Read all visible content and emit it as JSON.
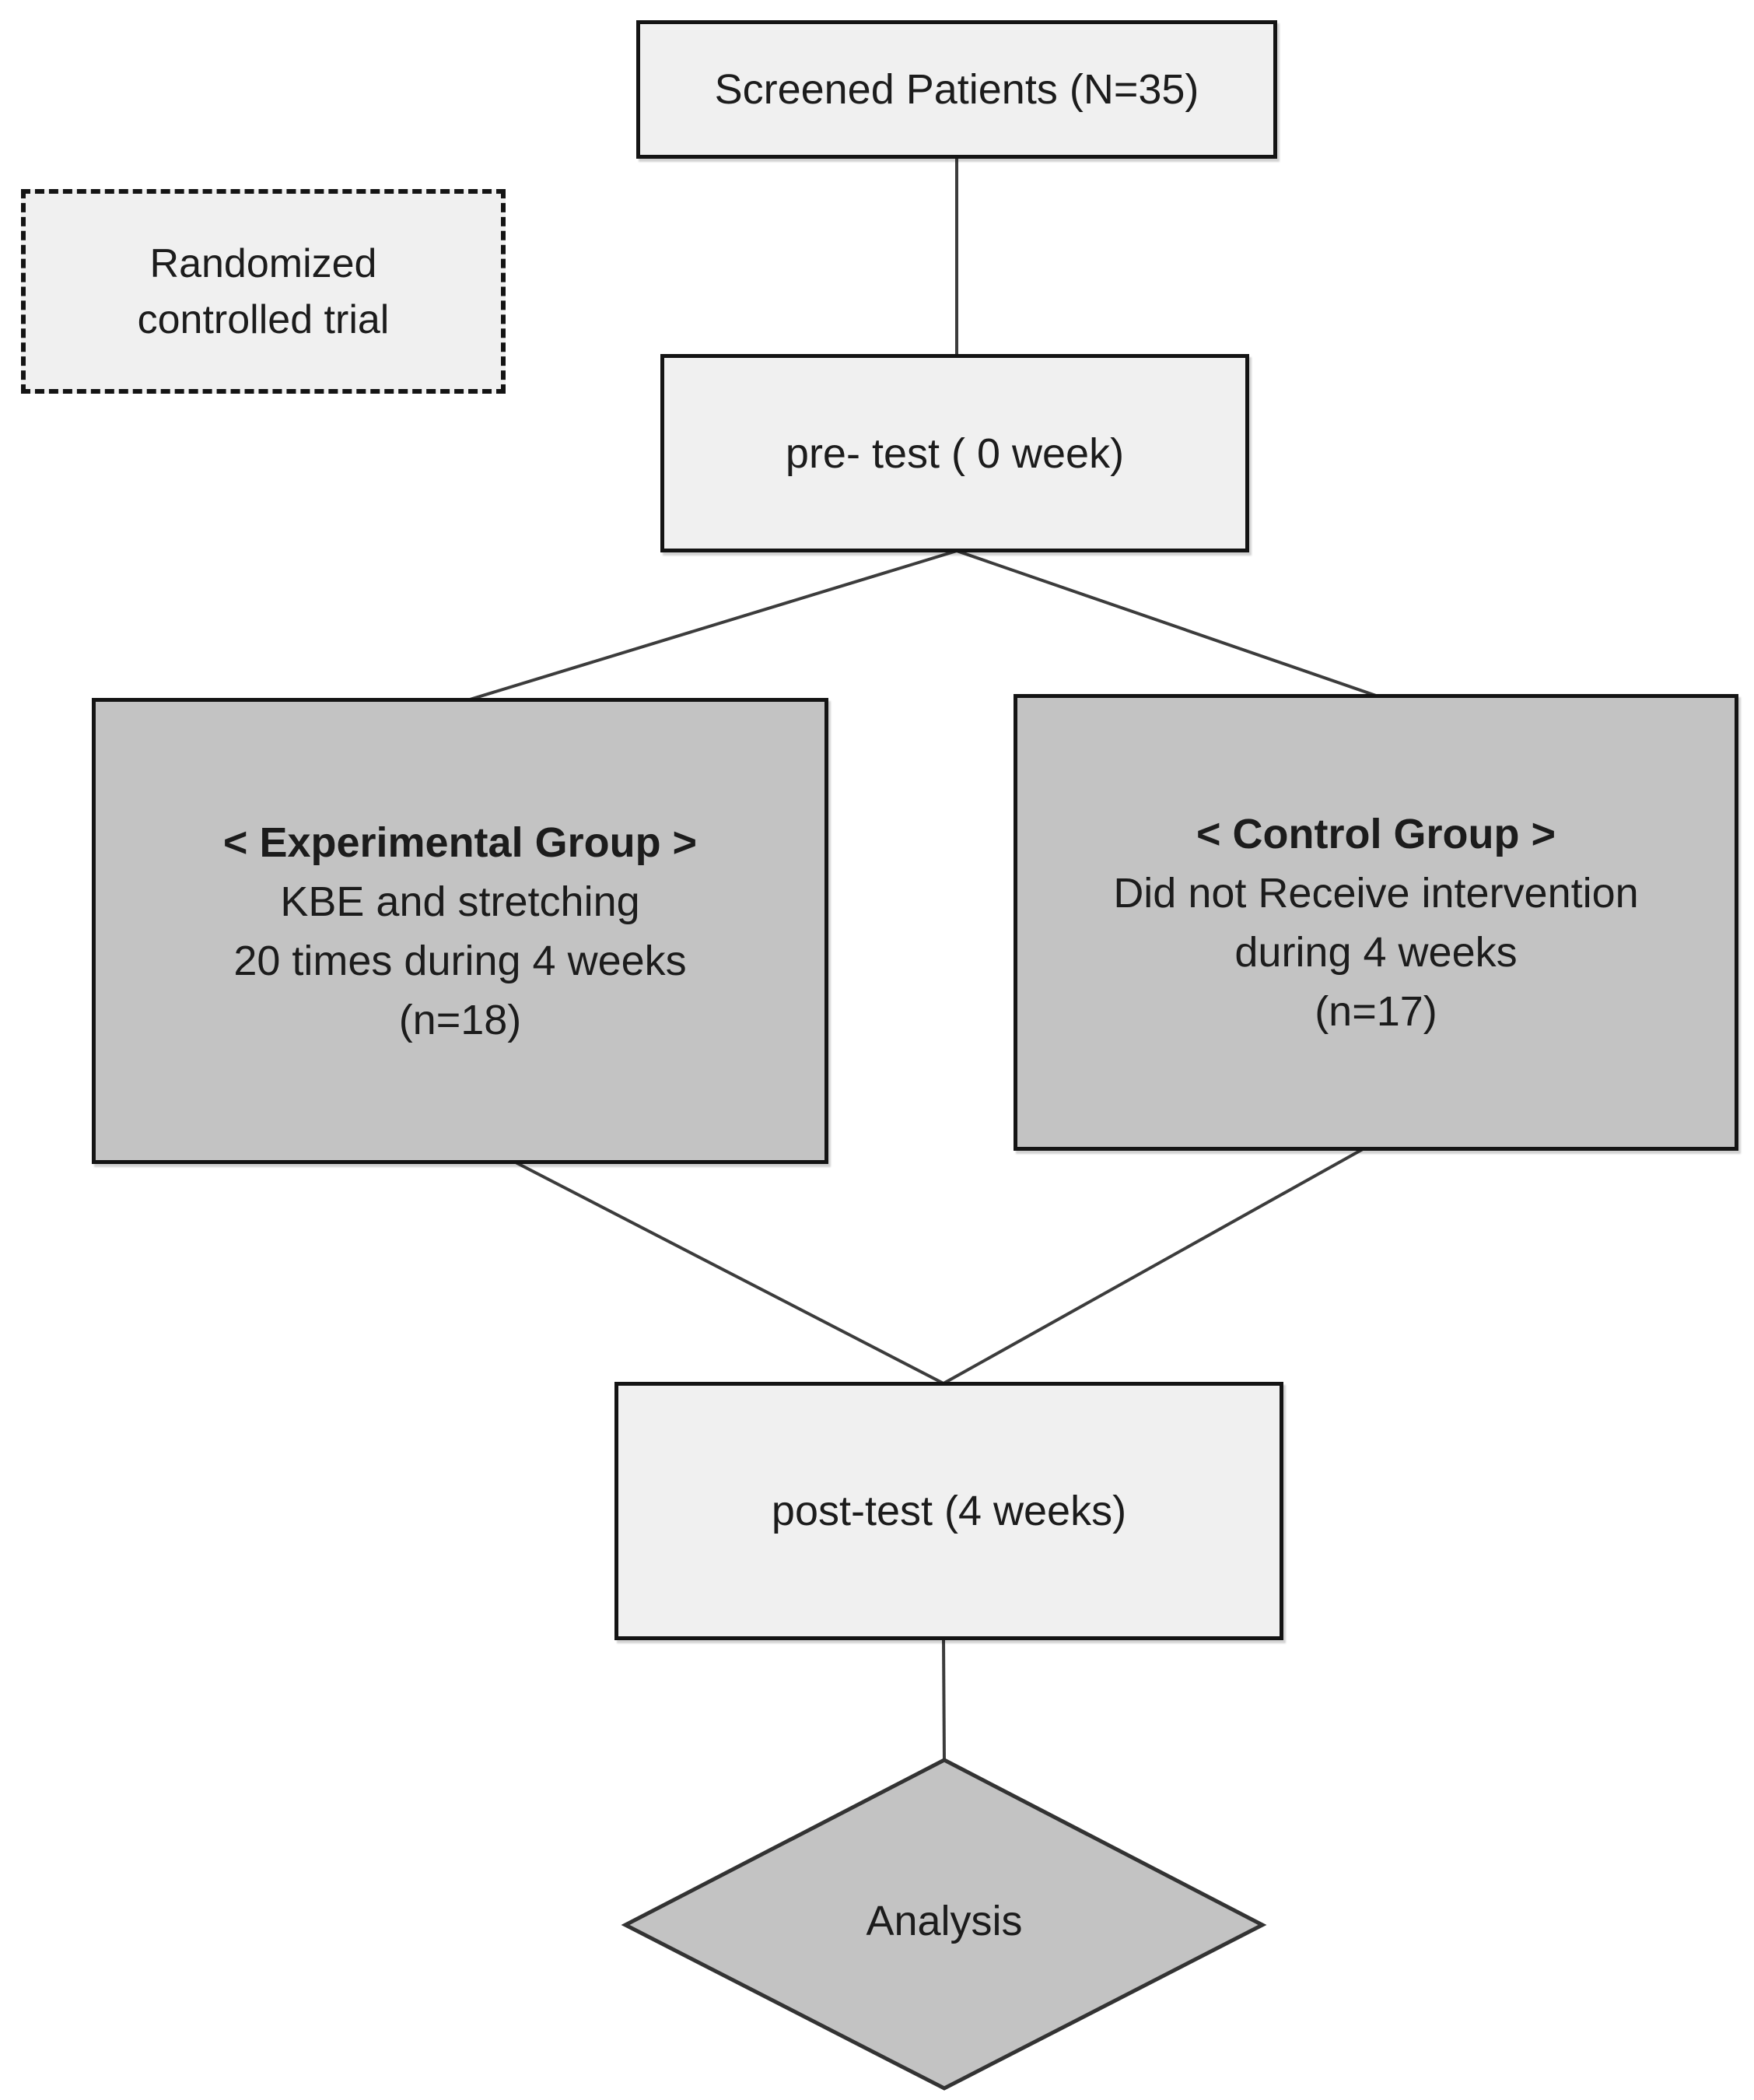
{
  "diagram": {
    "type": "flowchart",
    "note": {
      "line1": "Randomized",
      "line2": "controlled trial"
    },
    "nodes": {
      "screened": {
        "label": "Screened Patients (N=35)"
      },
      "pretest": {
        "label": "pre- test ( 0 week)"
      },
      "experimental": {
        "heading": "< Experimental Group >",
        "line1": "KBE and stretching",
        "line2": "20 times during 4 weeks",
        "line3": "(n=18)"
      },
      "control": {
        "heading": "< Control Group >",
        "line1": "Did not Receive intervention",
        "line2": "during 4 weeks",
        "line3": "(n=17)"
      },
      "posttest": {
        "label": "post-test (4 weeks)"
      },
      "analysis": {
        "label": "Analysis"
      }
    },
    "edges": [
      {
        "from": "screened",
        "to": "pretest"
      },
      {
        "from": "pretest",
        "to": "experimental"
      },
      {
        "from": "pretest",
        "to": "control"
      },
      {
        "from": "experimental",
        "to": "posttest"
      },
      {
        "from": "control",
        "to": "posttest"
      },
      {
        "from": "posttest",
        "to": "analysis"
      }
    ],
    "colors": {
      "background": "#ffffff",
      "box_light_fill": "#f0f0f0",
      "box_gray_fill": "#c3c3c3",
      "border": "#141414",
      "connector": "#3c3c3c",
      "text": "#1c1c1c"
    }
  }
}
